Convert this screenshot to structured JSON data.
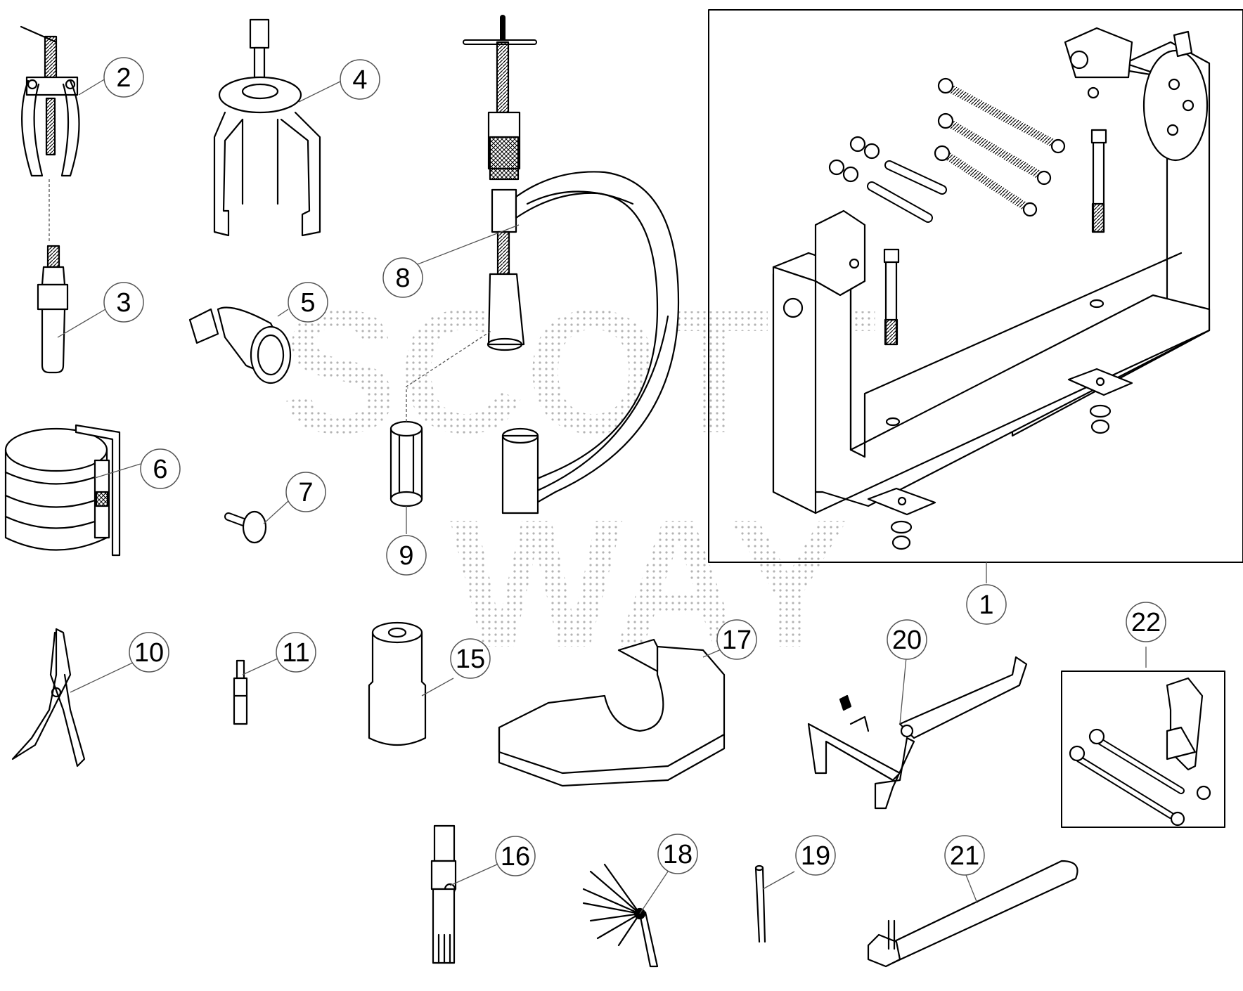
{
  "watermark": {
    "line1": "SCOTT",
    "line2": "WAY",
    "color": "#b8b8b8"
  },
  "callouts": {
    "c1": "1",
    "c2": "2",
    "c3": "3",
    "c4": "4",
    "c5": "5",
    "c6": "6",
    "c7": "7",
    "c8": "8",
    "c9": "9",
    "c10": "10",
    "c11": "11",
    "c15": "15",
    "c16": "16",
    "c17": "17",
    "c18": "18",
    "c19": "19",
    "c20": "20",
    "c21": "21",
    "c22": "22"
  },
  "colors": {
    "line": "#000000",
    "leader": "#555555",
    "fill": "#ffffff"
  }
}
